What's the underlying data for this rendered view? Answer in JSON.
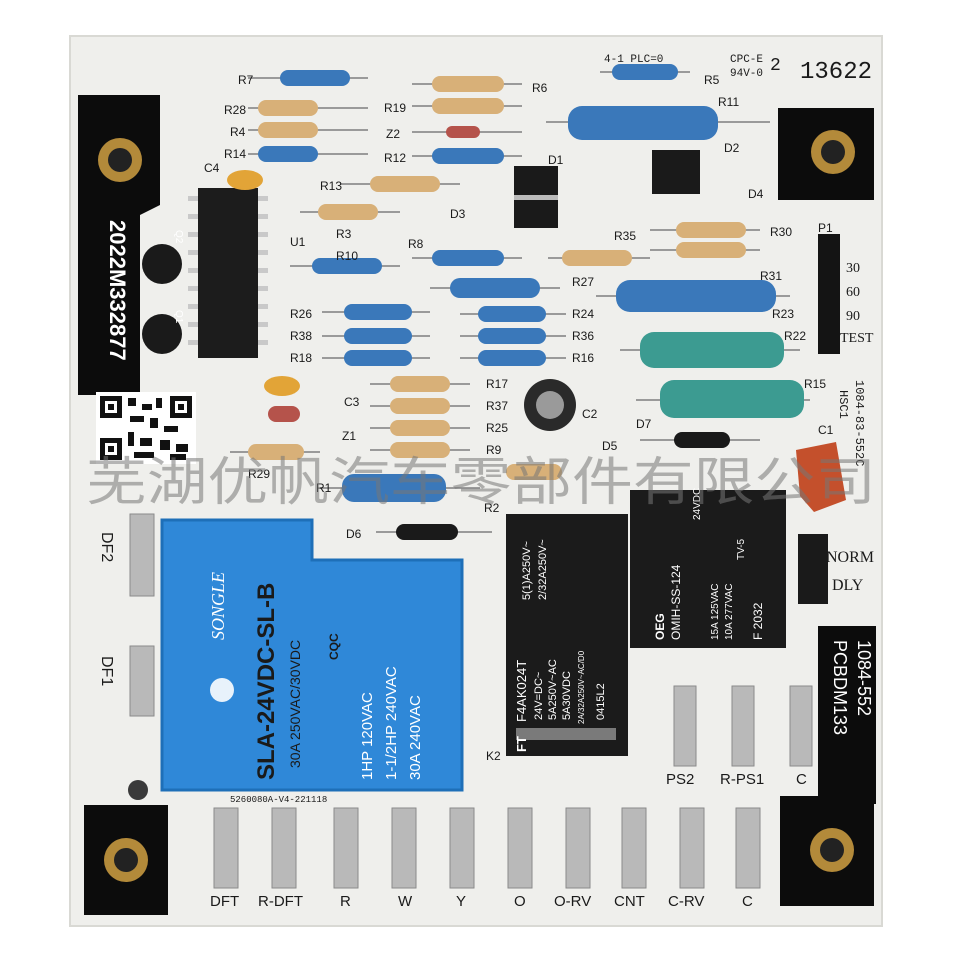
{
  "board": {
    "top_marking_1": "4-1 PLC=0",
    "top_marking_2": "CPC-E",
    "top_marking_3": "94V-0",
    "top_marking_4": "2",
    "serial": "13622",
    "date_code": "2022M332877",
    "model_1": "1084-552",
    "model_2": "PCBDM133",
    "side_marking_1": "1084-83-552C",
    "side_marking_2": "HSC1",
    "bottom_print": "5260080A-V4-221118"
  },
  "watermark": "芜湖优帆汽车零部件有限公司",
  "resistor_labels": [
    "R7",
    "R28",
    "R4",
    "R14",
    "R6",
    "R19",
    "R12",
    "R5",
    "R11",
    "R13",
    "R3",
    "R10",
    "R8",
    "R35",
    "R30",
    "R27",
    "R31",
    "R26",
    "R38",
    "R18",
    "R24",
    "R36",
    "R16",
    "R23",
    "R22",
    "R17",
    "R37",
    "R25",
    "R15",
    "R9",
    "R29",
    "R1",
    "R2"
  ],
  "other_labels": {
    "c4": "C4",
    "u1": "U1",
    "q2": "Q2",
    "q1": "Q1",
    "z2": "Z2",
    "z1": "Z1",
    "d1": "D1",
    "d2": "D2",
    "d3": "D3",
    "d4": "D4",
    "d5": "D5",
    "d6": "D6",
    "d7": "D7",
    "c1": "C1",
    "c2": "C2",
    "c3": "C3",
    "p1": "P1",
    "k2": "K2",
    "df2": "DF2",
    "df1": "DF1"
  },
  "time_jumper": [
    "30",
    "60",
    "90",
    "TEST"
  ],
  "switch_labels": [
    "NORM",
    "DLY"
  ],
  "relay_main": {
    "brand": "SONGLE",
    "model": "SLA-24VDC-SL-B",
    "rating_1": "30A 250VAC/30VDC",
    "rating_2": "1HP 120VAC",
    "rating_3": "1-1/2HP 240VAC",
    "rating_4": "30A 240VAC",
    "cert": "CQC"
  },
  "relay_k2": {
    "brand": "FT",
    "model": "F4AK024T",
    "lines": [
      "5(1)A250V~",
      "2/32A250V~",
      "24V=DC~",
      "5A250V~AC",
      "5A30VDC",
      "2A/32A250V~AC/D0",
      "0415L2"
    ]
  },
  "relay_k3": {
    "brand": "OEG",
    "model": "OMIH-SS-124",
    "lines": [
      "24VDC",
      "15A 125VAC",
      "10A 277VAC",
      "TV-5",
      "F 2032"
    ]
  },
  "right_terminals": [
    "PS2",
    "R-PS1",
    "C"
  ],
  "bottom_terminals": [
    "DFT",
    "R-DFT",
    "R",
    "W",
    "Y",
    "O",
    "O-RV",
    "CNT",
    "C-RV",
    "C"
  ],
  "colors": {
    "board": "#efefec",
    "black_pad": "#0c0c0c",
    "relay_blue": "#2f88d8",
    "relay_black": "#1b1b1b",
    "resistor_blue": "#3a78ba",
    "resistor_green": "#3c9b91",
    "resistor_tan": "#d8b078"
  }
}
